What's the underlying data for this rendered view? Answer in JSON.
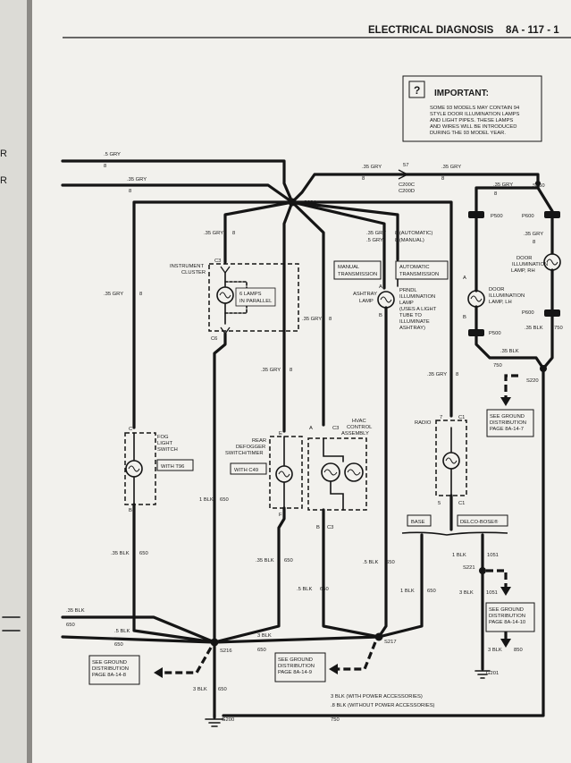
{
  "header": {
    "section": "ELECTRICAL DIAGNOSIS",
    "page": "8A - 117 - 1"
  },
  "important": {
    "title": "IMPORTANT:",
    "lines": [
      "SOME 93 MODELS MAY CONTAIN 94",
      "STYLE DOOR ILLUMINATION LAMPS",
      "AND LIGHT PIPES. THESE LAMPS",
      "AND WIRES WILL BE INTRODUCED",
      "DURING THE 93 MODEL YEAR."
    ]
  },
  "wires": {
    "gry_5": ".5 GRY",
    "gry_35": ".35 GRY",
    "circuit_8": "8",
    "blk_1": "1 BLK",
    "blk_35": ".35 BLK",
    "blk_5": ".5 BLK",
    "blk_3": "3 BLK",
    "circuit_650": "650",
    "circuit_750": "750",
    "circuit_1051": "1051",
    "circuit_850": "850",
    "gry_35_auto": ".35 GRY",
    "gry_5_manual": ".5 GRY",
    "auto_note": "8 (AUTOMATIC)",
    "manual_note": "8 (MANUAL)",
    "bottom_note_1": "3 BLK (WITH POWER ACCESSORIES)",
    "bottom_note_2": ".8 BLK (WITHOUT POWER ACCESSORIES)"
  },
  "splices": {
    "s224": "S224",
    "s260": "S260",
    "s216": "S216",
    "s217": "S217",
    "s220": "S220",
    "s221": "S221"
  },
  "connectors": {
    "c200c": "C200C",
    "c200d": "C200D",
    "p500": "P500",
    "p600": "P600",
    "c3": "C3",
    "c6": "C6",
    "c1": "C1",
    "conn_b": "B",
    "conn_c": "C",
    "conn_a": "A",
    "conn_e": "E",
    "conn_f": "F",
    "conn_7": "7",
    "conn_5": "5",
    "pin_57": "57"
  },
  "grounds": {
    "g200": "G200",
    "g201": "G201"
  },
  "components": {
    "instrument_cluster": [
      "INSTRUMENT",
      "CLUSTER"
    ],
    "lamps_parallel": [
      "6 LAMPS",
      "IN PARALLEL"
    ],
    "manual_trans": [
      "MANUAL",
      "TRANSMISSION"
    ],
    "auto_trans": [
      "AUTOMATIC",
      "TRANSMISSION"
    ],
    "ashtray_lamp": [
      "ASHTRAY",
      "LAMP"
    ],
    "prndl": [
      "PRNDL",
      "ILLUMINATION",
      "LAMP",
      "(USES A LIGHT",
      "TUBE TO",
      "ILLUMINATE",
      "ASHTRAY)"
    ],
    "door_rh": [
      "DOOR",
      "ILLUMINATION",
      "LAMP, RH"
    ],
    "door_lh": [
      "DOOR",
      "ILLUMINATION",
      "LAMP, LH"
    ],
    "fog_switch": [
      "FOG",
      "LIGHT",
      "SWITCH"
    ],
    "with_t96": "WITH T96",
    "rear_defogger": [
      "REAR",
      "DEFOGGER",
      "SWITCH/TIMER"
    ],
    "with_c49": "WITH C49",
    "hvac": [
      "HVAC",
      "CONTROL",
      "ASSEMBLY"
    ],
    "radio": "RADIO",
    "base": "BASE",
    "delco_bose": "DELCO-BOSE®"
  },
  "ground_refs": {
    "ref_147": [
      "SEE GROUND",
      "DISTRIBUTION",
      "PAGE 8A-14-7"
    ],
    "ref_1410": [
      "SEE GROUND",
      "DISTRIBUTION",
      "PAGE 8A-14-10"
    ],
    "ref_148": [
      "SEE GROUND",
      "DISTRIBUTION",
      "PAGE 8A-14-8"
    ],
    "ref_149": [
      "SEE GROUND",
      "DISTRIBUTION",
      "PAGE 8A-14-9"
    ]
  },
  "colors": {
    "paper": "#f2f1ed",
    "ink": "#151515",
    "binding": "#3a3836"
  }
}
